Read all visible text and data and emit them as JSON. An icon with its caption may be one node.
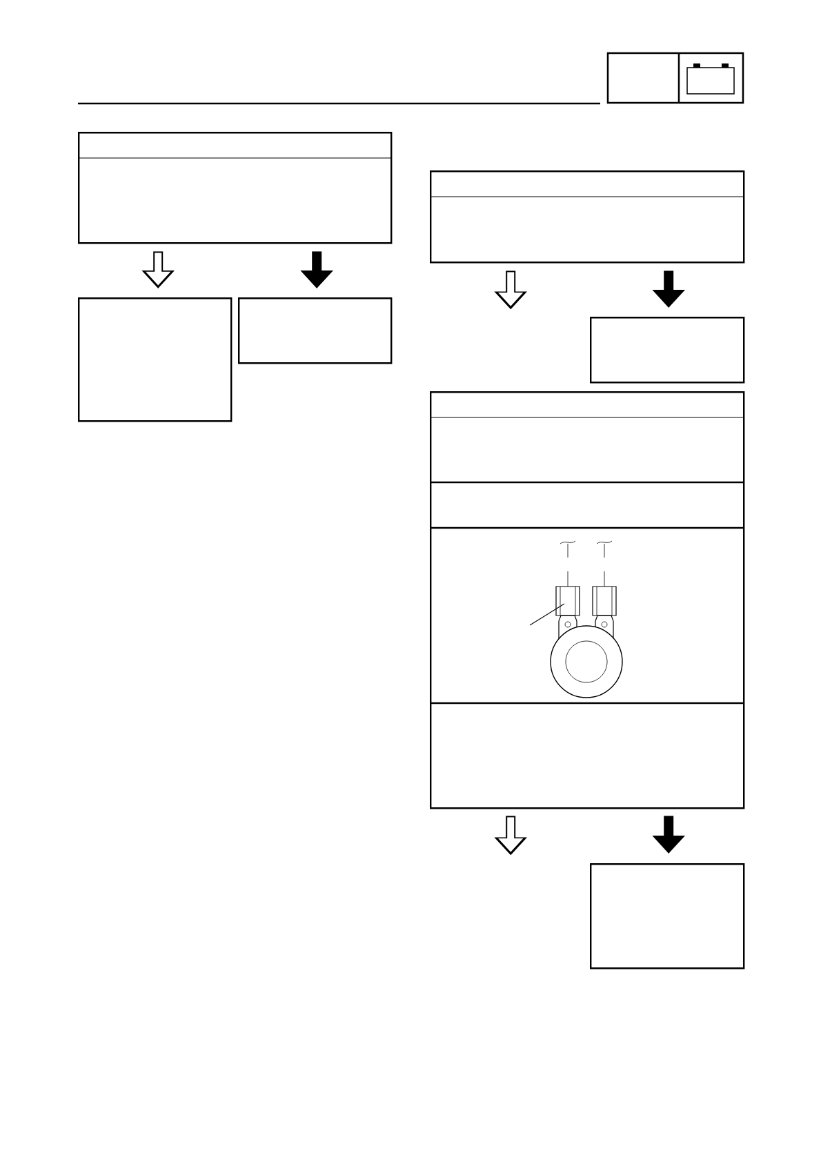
{
  "diagram": {
    "nodes": [
      {
        "text": [],
        "shape": "box"
      },
      {
        "text": [],
        "shape": "box"
      },
      {
        "text": [],
        "shape": "box"
      },
      {
        "text": [],
        "shape": "box"
      },
      {
        "text": [],
        "shape": "box"
      },
      {
        "text": [],
        "shape": "box"
      },
      {
        "text": [],
        "shape": "box"
      }
    ],
    "edges": [
      {
        "from": 0,
        "to": 1,
        "arrow": "to"
      },
      {
        "from": 0,
        "to": 2,
        "arrow": "to"
      },
      {
        "from": 3,
        "to": null,
        "arrow": "to"
      },
      {
        "from": 3,
        "to": 4,
        "arrow": "to"
      },
      {
        "from": 5,
        "to": null,
        "arrow": "to"
      },
      {
        "from": 5,
        "to": 6,
        "arrow": "to"
      }
    ]
  }
}
